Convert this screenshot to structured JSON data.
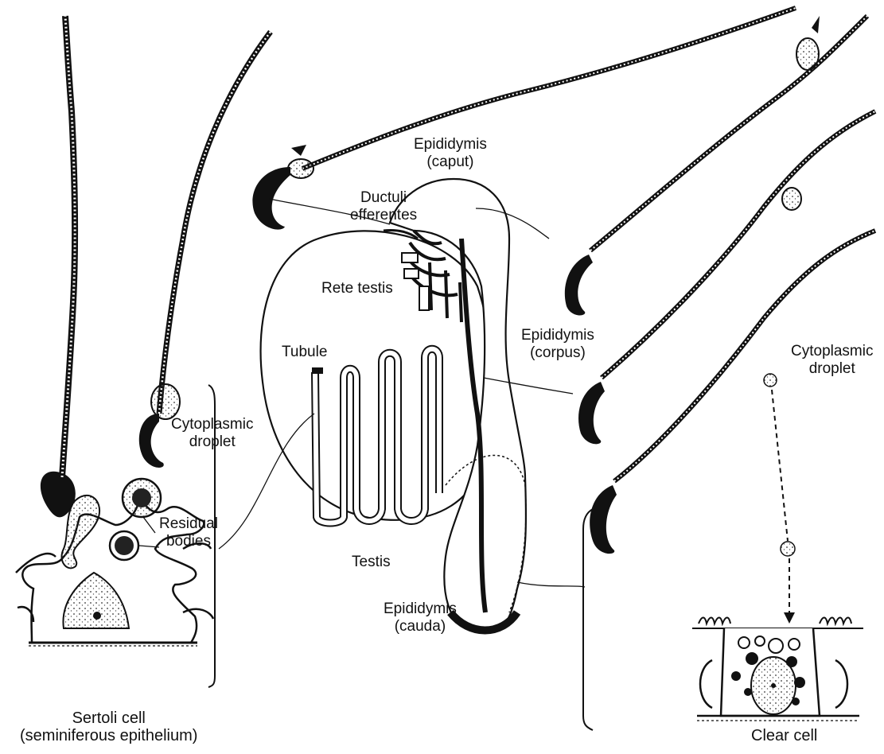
{
  "labels": {
    "epididymis_caput": [
      "Epididymis",
      "(caput)"
    ],
    "ductuli_efferentes": [
      "Ductuli",
      "efferentes"
    ],
    "rete_testis": "Rete testis",
    "tubule": "Tubule",
    "testis": "Testis",
    "epididymis_corpus": [
      "Epididymis",
      "(corpus)"
    ],
    "epididymis_cauda": [
      "Epididymis",
      "(cauda)"
    ],
    "cytoplasmic_droplet_left": [
      "Cytoplasmic",
      "droplet"
    ],
    "cytoplasmic_droplet_right": [
      "Cytoplasmic",
      "droplet"
    ],
    "residual_bodies": [
      "Residual",
      "bodies"
    ],
    "sertoli_caption": [
      "Sertoli cell",
      "(seminiferous epithelium)"
    ],
    "clear_cell_caption": "Clear cell"
  }
}
